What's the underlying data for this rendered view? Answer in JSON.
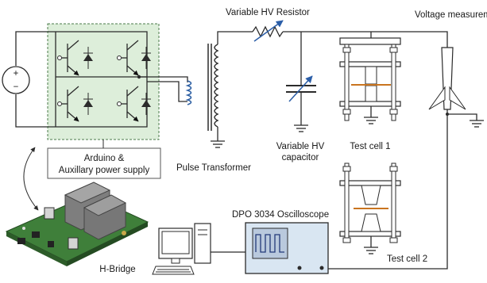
{
  "labels": {
    "variable_hv_resistor": "Variable HV Resistor",
    "voltage_measurement": "Voltage measurement",
    "arduino_line1": "Arduino &",
    "arduino_line2": "Auxillary power supply",
    "pulse_transformer": "Pulse Transformer",
    "variable_hv_cap_line1": "Variable HV",
    "variable_hv_cap_line2": "capacitor",
    "test_cell_1": "Test cell 1",
    "test_cell_2": "Test cell 2",
    "oscilloscope": "DPO 3034 Oscilloscope",
    "h_bridge": "H-Bridge"
  },
  "source_symbols": {
    "plus": "+",
    "minus": "−"
  },
  "colors": {
    "hbridge_box_fill": "#ddeeda",
    "hbridge_box_border": "#4a7a4a",
    "wire": "#2b2b2b",
    "resistor_arrow": "#2b5ea8",
    "scope_body": "#d9e6f2",
    "scope_screen": "#b9c9dd",
    "scope_wave": "#233a7a",
    "pcb_green": "#3f7f3a",
    "transformer_blue": "#2d5fa3",
    "electrode_orange": "#c9741e"
  },
  "icons": [
    "dc-source-icon",
    "igbt-switch-icon",
    "pulse-transformer-icon",
    "variable-resistor-icon",
    "variable-capacitor-icon",
    "ground-icon",
    "test-cell-icon",
    "hv-probe-icon",
    "computer-icon",
    "oscilloscope-icon",
    "pcb-board-icon",
    "curved-arrow-icon"
  ]
}
